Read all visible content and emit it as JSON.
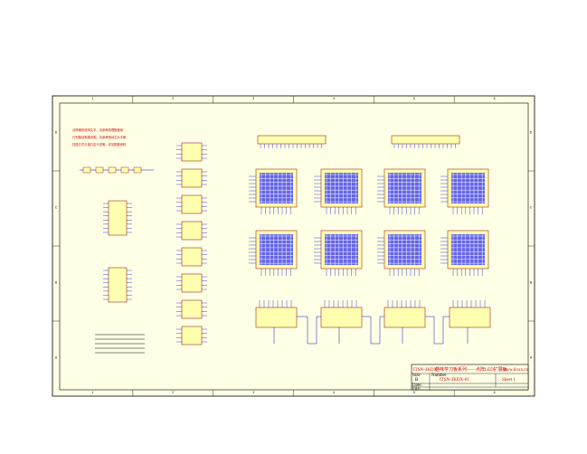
{
  "title_block": {
    "company": "ITSN-3KDX",
    "project": "趣味学习板系列——点阵LED扩展板",
    "website": "www.ilxxx.cn",
    "drawing_no": "ITSN-3KDX-01",
    "revision": "B",
    "sheet": "Sheet 1",
    "size_label": "Size",
    "number_label": "Number",
    "date_label": "Date:",
    "file_label": "File:"
  },
  "notes": [
    "点阵模块说明文字，请参考原理图使用",
    "行列驱动电路说明，请参考驱动芯片手册",
    "扫描方式与接口定义说明，详见配套资料"
  ],
  "zone_numbers": [
    "1",
    "2",
    "3",
    "4",
    "5",
    "6"
  ],
  "zone_letters": [
    "A",
    "B",
    "C",
    "D"
  ],
  "colors": {
    "sheet_fill": "#ffffe6",
    "border": "#000000",
    "component_fill": "#ffffb0",
    "component_stroke": "#8b0000",
    "matrix_blue": "#3030ff",
    "wire_blue": "#1010cc",
    "label_red": "#cc0000"
  }
}
